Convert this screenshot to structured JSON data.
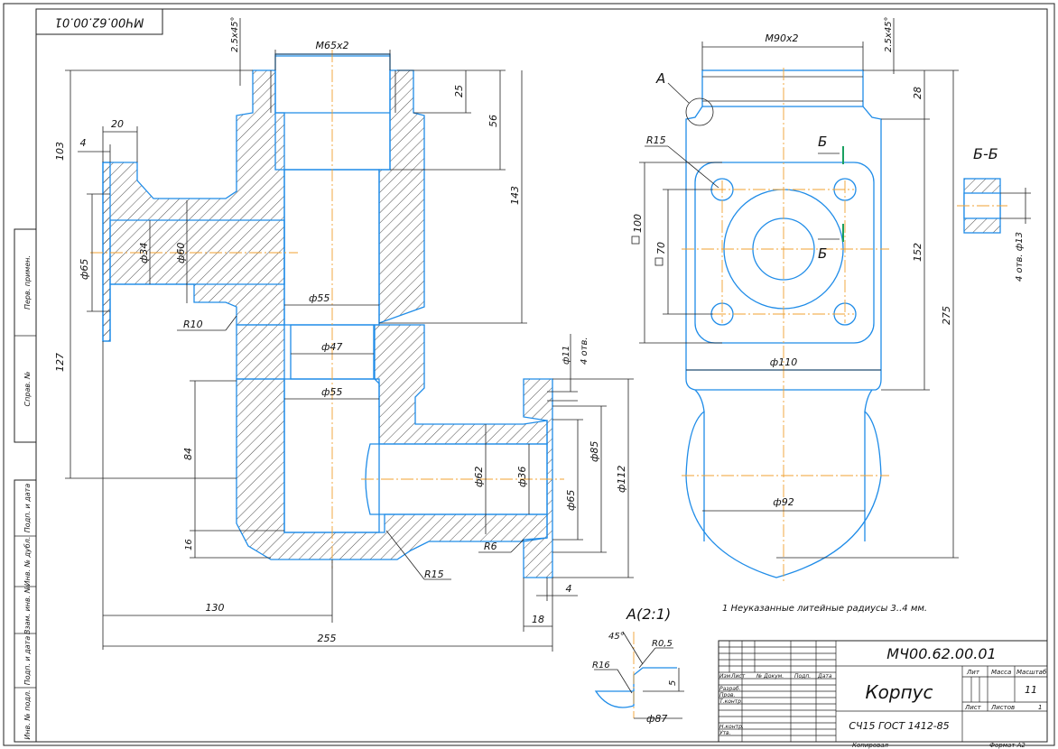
{
  "drawing": {
    "code": "МЧ00.62.00.01",
    "code_rotated": "МЧ00.62.00.01",
    "title": "Корпус",
    "material": "СЧ15 ГОСТ 1412-85",
    "sheets": "11",
    "copied": "Копировал",
    "format": "Формат   А2",
    "note": "1 Неуказанные литейные радиусы 3..4 мм."
  },
  "titleblock": {
    "cols": [
      "Изм",
      "Лист",
      "№ Докум.",
      "Подп.",
      "Дата"
    ],
    "rows": [
      "Разраб.",
      "Пров.",
      "Т.контр.",
      "",
      "Н.контр.",
      "Утв."
    ],
    "lit": "Лит",
    "mass": "Масса",
    "scale": "Масштаб",
    "sheet": "Лист",
    "sheets_label": "Листов",
    "sheets_val": "1"
  },
  "side_stamp": [
    "Перв. примен.",
    "Справ. №",
    "Подп. и дата",
    "Инв. № дубл.",
    "Взам. инв. №",
    "Подп. и дата",
    "Инв. № подл."
  ],
  "views": {
    "section_label": "Б-Б",
    "detail_label": "А(2:1)",
    "detail_ref": "А",
    "cut_mark": "Б"
  },
  "dimensions": {
    "m65": "M65x2",
    "m90": "M90x2",
    "chamfer": "2.5x45°",
    "d20": "20",
    "d4": "4",
    "d103": "103",
    "d127": "127",
    "d25": "25",
    "d56": "56",
    "d143": "143",
    "phi65": "ф65",
    "phi34": "ф34",
    "phi60": "ф60",
    "phi55a": "ф55",
    "phi47": "ф47",
    "phi55b": "ф55",
    "r10": "R10",
    "phi11": "ф11",
    "holes4": "4 отв.",
    "d84": "84",
    "d16": "16",
    "phi62": "ф62",
    "phi36": "ф36",
    "phi65b": "ф65",
    "phi85": "ф85",
    "phi112": "ф112",
    "r6": "R6",
    "r15": "R15",
    "d4b": "4",
    "d18": "18",
    "d130": "130",
    "d255": "255",
    "sq100": "100",
    "sq70": "70",
    "r15b": "R15",
    "d28": "28",
    "d152": "152",
    "d275": "275",
    "phi110": "ф110",
    "phi92": "ф92",
    "holes13": "4 отв. ф13",
    "a45": "45°",
    "r05": "R0,5",
    "r16": "R16",
    "d5": "5",
    "phi87": "ф87"
  }
}
